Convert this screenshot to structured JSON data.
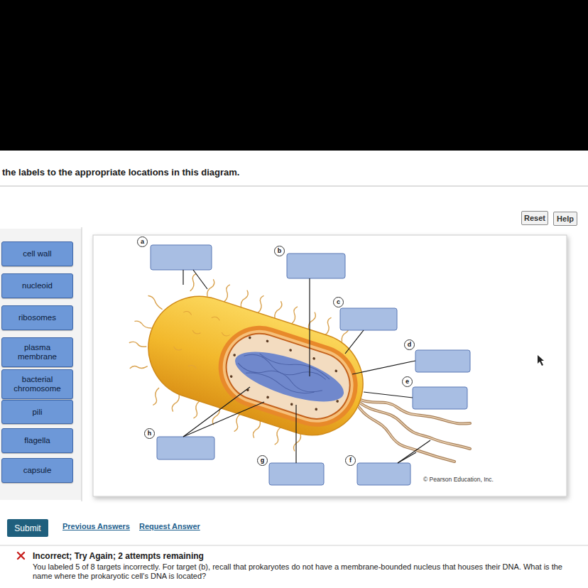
{
  "diagram": {
    "title": "the labels to the appropriate locations in this diagram.",
    "nodes": [
      {
        "text": [
          "cell wall"
        ]
      },
      {
        "text": [
          "nucleoid"
        ]
      },
      {
        "text": [
          "ribosomes"
        ]
      },
      {
        "text": [
          "plasma membrane"
        ]
      },
      {
        "text": [
          "bacterial chromosome"
        ]
      },
      {
        "text": [
          "pili"
        ]
      },
      {
        "text": [
          "flagella"
        ]
      },
      {
        "text": [
          "capsule"
        ]
      },
      {
        "text": [
          "Reset"
        ]
      },
      {
        "text": [
          "Help"
        ]
      },
      {
        "text": [
          "Submit"
        ]
      }
    ],
    "labels": [
      "a",
      "b",
      "c",
      "d",
      "e",
      "h",
      "g",
      "f",
      "© Pearson Education, Inc.",
      "Previous Answers",
      "Request Answer",
      "Incorrect; Try Again; 2 attempts remaining",
      "You labeled 5 of 8 targets incorrectly. For target (b), recall that prokaryotes do not have a membrane-bounded nucleus that houses their DNA. What is the name where the prokaryotic cell's DNA is located?"
    ]
  }
}
